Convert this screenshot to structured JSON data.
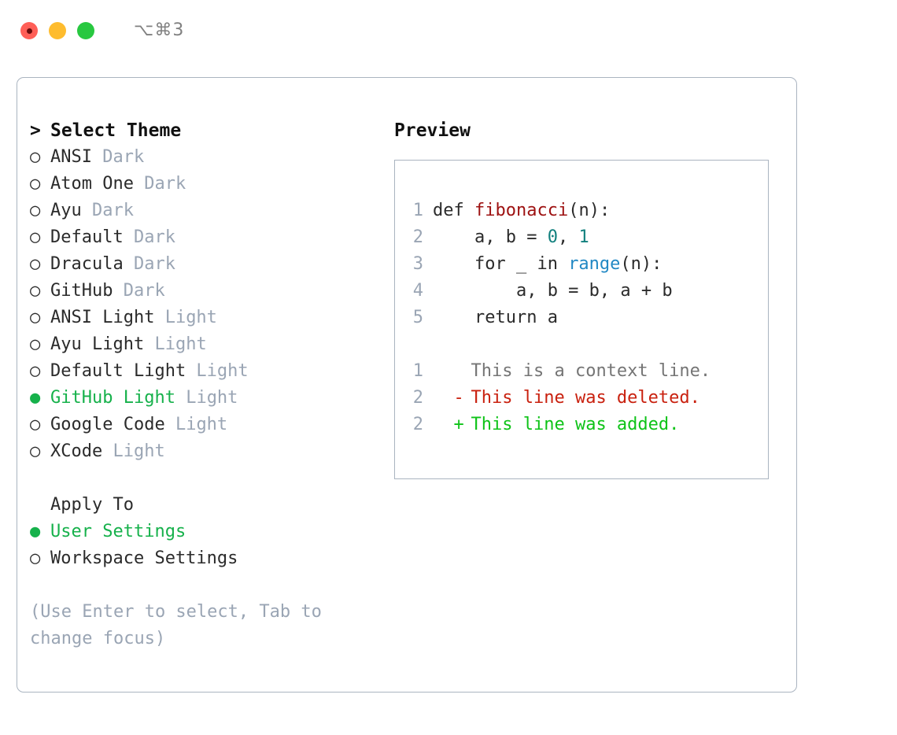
{
  "titlebar": {
    "close_label": "close",
    "minimize_label": "minimize",
    "maximize_label": "maximize",
    "shortcut": "⌥⌘3"
  },
  "theme_list": {
    "header": "Select Theme",
    "caret": ">",
    "marker_unselected": "○",
    "marker_selected": "●",
    "items": [
      {
        "label": "ANSI",
        "tag": "Dark",
        "selected": false
      },
      {
        "label": "Atom One",
        "tag": "Dark",
        "selected": false
      },
      {
        "label": "Ayu",
        "tag": "Dark",
        "selected": false
      },
      {
        "label": "Default",
        "tag": "Dark",
        "selected": false
      },
      {
        "label": "Dracula",
        "tag": "Dark",
        "selected": false
      },
      {
        "label": "GitHub",
        "tag": "Dark",
        "selected": false
      },
      {
        "label": "ANSI Light",
        "tag": "Light",
        "selected": false
      },
      {
        "label": "Ayu Light",
        "tag": "Light",
        "selected": false
      },
      {
        "label": "Default Light",
        "tag": "Light",
        "selected": false
      },
      {
        "label": "GitHub Light",
        "tag": "Light",
        "selected": true
      },
      {
        "label": "Google Code",
        "tag": "Light",
        "selected": false
      },
      {
        "label": "XCode",
        "tag": "Light",
        "selected": false
      }
    ]
  },
  "apply_to": {
    "header": "Apply To",
    "items": [
      {
        "label": "User Settings",
        "selected": true
      },
      {
        "label": "Workspace Settings",
        "selected": false
      }
    ]
  },
  "hint": "(Use Enter to select, Tab to change focus)",
  "preview": {
    "title": "Preview",
    "code_lines": [
      {
        "n": "1",
        "tokens": [
          {
            "t": "def ",
            "c": "kw"
          },
          {
            "t": "fibonacci",
            "c": "fn"
          },
          {
            "t": "(n):",
            "c": "pln"
          }
        ]
      },
      {
        "n": "2",
        "tokens": [
          {
            "t": "    a, b = ",
            "c": "pln"
          },
          {
            "t": "0",
            "c": "num"
          },
          {
            "t": ", ",
            "c": "pln"
          },
          {
            "t": "1",
            "c": "num"
          }
        ]
      },
      {
        "n": "3",
        "tokens": [
          {
            "t": "    for _ in ",
            "c": "kw"
          },
          {
            "t": "range",
            "c": "call"
          },
          {
            "t": "(n):",
            "c": "pln"
          }
        ]
      },
      {
        "n": "4",
        "tokens": [
          {
            "t": "        a, b = b, a + b",
            "c": "pln"
          }
        ]
      },
      {
        "n": "5",
        "tokens": [
          {
            "t": "    return a",
            "c": "kw"
          }
        ]
      }
    ],
    "diff_lines": [
      {
        "n": "1",
        "sign": " ",
        "text": "This is a context line.",
        "kind": "ctx"
      },
      {
        "n": "2",
        "sign": "-",
        "text": "This line was deleted.",
        "kind": "del"
      },
      {
        "n": "2",
        "sign": "+",
        "text": "This line was added.",
        "kind": "add"
      }
    ]
  },
  "colors": {
    "accent_green": "#16b14b",
    "border": "#aab4c0",
    "muted": "#9aa5b4",
    "diff_add": "#0ec318",
    "diff_del": "#c9210f",
    "syntax_function": "#9d1111",
    "syntax_number": "#12807e",
    "syntax_call": "#2188c4"
  }
}
